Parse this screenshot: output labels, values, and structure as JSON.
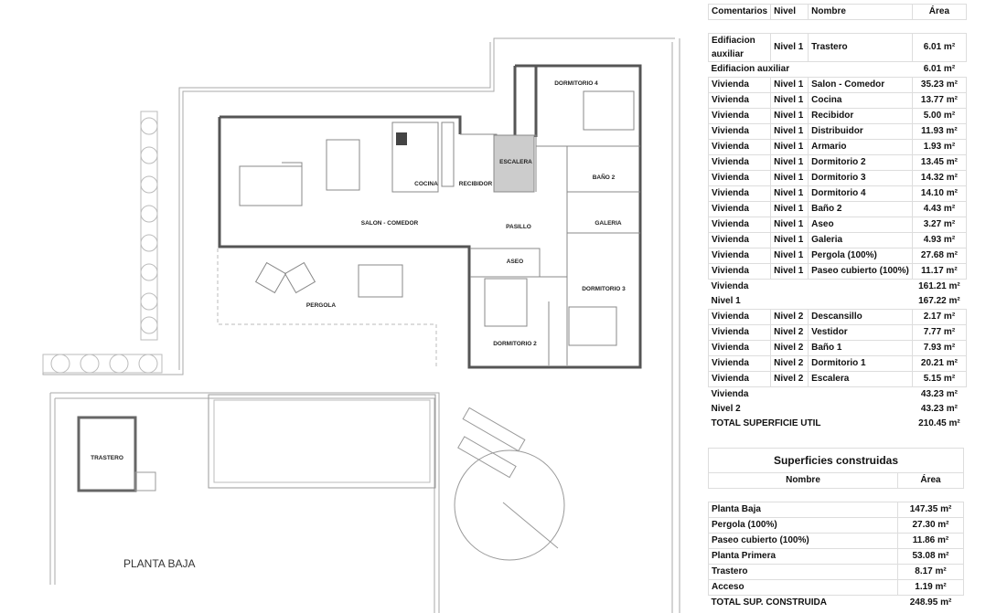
{
  "plan": {
    "title": "PLANTA BAJA",
    "rooms": {
      "dormitorio4": "DORMITORIO 4",
      "escalera": "ESCALERA",
      "bano2": "BAÑO 2",
      "cocina": "COCINA",
      "recibidor": "RECIBIDOR",
      "salon": "SALON - COMEDOR",
      "pasillo": "PASILLO",
      "galeria": "GALERIA",
      "aseo": "ASEO",
      "dormitorio3": "DORMITORIO 3",
      "pergola": "PERGOLA",
      "dormitorio2": "DORMITORIO 2",
      "trastero": "TRASTERO"
    }
  },
  "util_table": {
    "headers": [
      "Comentarios",
      "Nivel",
      "Nombre",
      "Área"
    ],
    "rows": [
      {
        "type": "row",
        "c": "Edifiacion auxiliar",
        "n": "Nivel 1",
        "name": "Trastero",
        "a": "6.01 m²"
      },
      {
        "type": "sub",
        "label": "Edifiacion auxiliar",
        "a": "6.01 m²"
      },
      {
        "type": "row",
        "c": "Vivienda",
        "n": "Nivel 1",
        "name": "Salon - Comedor",
        "a": "35.23 m²"
      },
      {
        "type": "row",
        "c": "Vivienda",
        "n": "Nivel 1",
        "name": "Cocina",
        "a": "13.77 m²"
      },
      {
        "type": "row",
        "c": "Vivienda",
        "n": "Nivel 1",
        "name": "Recibidor",
        "a": "5.00 m²"
      },
      {
        "type": "row",
        "c": "Vivienda",
        "n": "Nivel 1",
        "name": "Distribuidor",
        "a": "11.93 m²"
      },
      {
        "type": "row",
        "c": "Vivienda",
        "n": "Nivel 1",
        "name": "Armario",
        "a": "1.93 m²"
      },
      {
        "type": "row",
        "c": "Vivienda",
        "n": "Nivel 1",
        "name": "Dormitorio 2",
        "a": "13.45 m²"
      },
      {
        "type": "row",
        "c": "Vivienda",
        "n": "Nivel 1",
        "name": "Dormitorio 3",
        "a": "14.32 m²"
      },
      {
        "type": "row",
        "c": "Vivienda",
        "n": "Nivel 1",
        "name": "Dormitorio 4",
        "a": "14.10 m²"
      },
      {
        "type": "row",
        "c": "Vivienda",
        "n": "Nivel 1",
        "name": "Baño 2",
        "a": "4.43 m²"
      },
      {
        "type": "row",
        "c": "Vivienda",
        "n": "Nivel 1",
        "name": "Aseo",
        "a": "3.27 m²"
      },
      {
        "type": "row",
        "c": "Vivienda",
        "n": "Nivel 1",
        "name": "Galeria",
        "a": "4.93 m²"
      },
      {
        "type": "row",
        "c": "Vivienda",
        "n": "Nivel 1",
        "name": "Pergola (100%)",
        "a": "27.68 m²"
      },
      {
        "type": "row",
        "c": "Vivienda",
        "n": "Nivel 1",
        "name": "Paseo cubierto (100%)",
        "a": "11.17 m²"
      },
      {
        "type": "sub",
        "label": "Vivienda",
        "a": "161.21 m²"
      },
      {
        "type": "sub",
        "label": "Nivel 1",
        "a": "167.22 m²"
      },
      {
        "type": "row",
        "c": "Vivienda",
        "n": "Nivel 2",
        "name": "Descansillo",
        "a": "2.17 m²"
      },
      {
        "type": "row",
        "c": "Vivienda",
        "n": "Nivel 2",
        "name": "Vestidor",
        "a": "7.77 m²"
      },
      {
        "type": "row",
        "c": "Vivienda",
        "n": "Nivel 2",
        "name": "Baño 1",
        "a": "7.93 m²"
      },
      {
        "type": "row",
        "c": "Vivienda",
        "n": "Nivel 2",
        "name": "Dormitorio 1",
        "a": "20.21 m²"
      },
      {
        "type": "row",
        "c": "Vivienda",
        "n": "Nivel 2",
        "name": "Escalera",
        "a": "5.15 m²"
      },
      {
        "type": "sub",
        "label": "Vivienda",
        "a": "43.23 m²"
      },
      {
        "type": "sub",
        "label": "Nivel 2",
        "a": "43.23 m²"
      },
      {
        "type": "sub",
        "label": "TOTAL SUPERFICIE UTIL",
        "a": "210.45 m²"
      }
    ]
  },
  "built_table": {
    "title": "Superficies construidas",
    "headers": [
      "Nombre",
      "Área"
    ],
    "rows": [
      {
        "name": "Planta Baja",
        "a": "147.35 m²"
      },
      {
        "name": "Pergola (100%)",
        "a": "27.30 m²"
      },
      {
        "name": "Paseo cubierto (100%)",
        "a": "11.86 m²"
      },
      {
        "name": "Planta Primera",
        "a": "53.08 m²"
      },
      {
        "name": "Trastero",
        "a": "8.17 m²"
      },
      {
        "name": "Acceso",
        "a": "1.19 m²"
      }
    ],
    "total": {
      "name": "TOTAL SUP. CONSTRUIDA",
      "a": "248.95 m²"
    }
  }
}
